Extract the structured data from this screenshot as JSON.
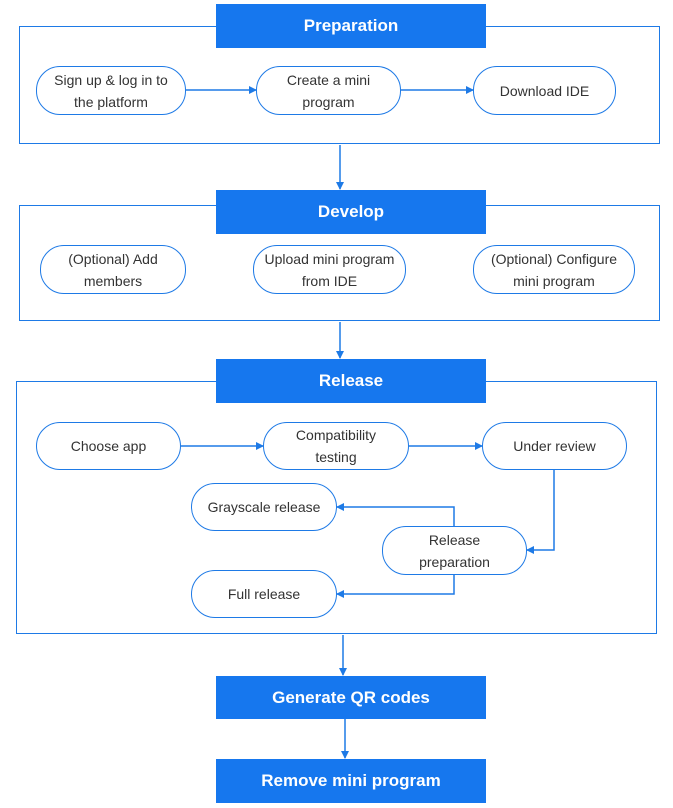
{
  "colors": {
    "primary": "#1677ee",
    "stroke": "#1e7ae6",
    "text": "#333333"
  },
  "sections": {
    "preparation": {
      "title": "Preparation",
      "steps": [
        "Sign up & log in to the platform",
        "Create a mini program",
        "Download IDE"
      ]
    },
    "develop": {
      "title": "Develop",
      "steps": [
        "(Optional) Add members",
        "Upload mini program from IDE",
        "(Optional) Configure mini program"
      ]
    },
    "release": {
      "title": "Release",
      "steps": [
        "Choose app",
        "Compatibility testing",
        "Under review",
        "Grayscale release",
        "Release preparation",
        "Full release"
      ]
    }
  },
  "final_steps": [
    "Generate QR codes",
    "Remove mini program"
  ]
}
